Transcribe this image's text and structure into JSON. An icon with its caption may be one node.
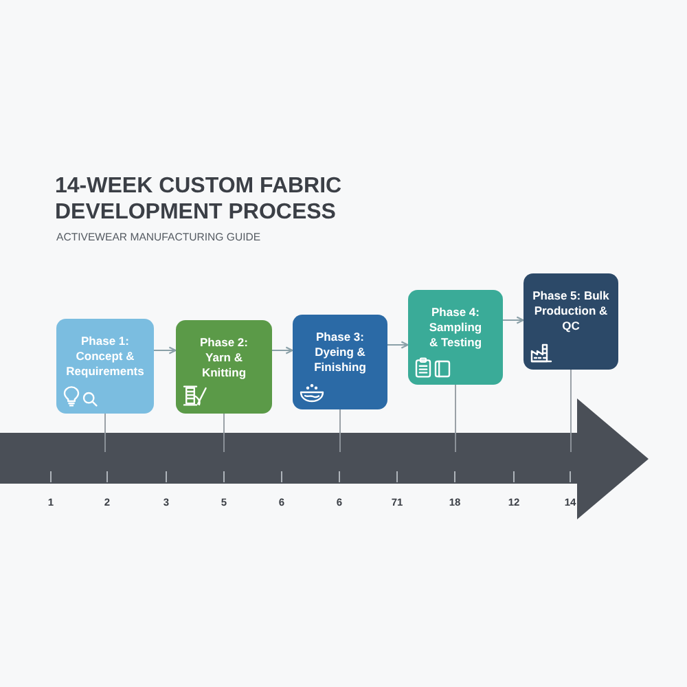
{
  "diagram": {
    "title": "14-WEEK CUSTOM FABRIC DEVELOPMENT PROCESS",
    "nodes": [
      {
        "text": [
          "Phase 1: Concept & Requirements"
        ]
      },
      {
        "text": [
          "Phase 2: Yarn & Knitting"
        ]
      },
      {
        "text": [
          "Phase 3: Dyeing & Finishing"
        ]
      },
      {
        "text": [
          "Phase 4: Sampling & Testing"
        ]
      },
      {
        "text": [
          "Phase 5: Bulk Production & QC"
        ]
      },
      {
        "text": [],
        "shape": "arrow"
      }
    ],
    "edges": [
      {
        "from": 0,
        "to": 1,
        "arrow": "to"
      },
      {
        "from": 1,
        "to": 2,
        "arrow": "to"
      },
      {
        "from": 2,
        "to": 3,
        "arrow": "to"
      },
      {
        "from": 3,
        "to": 4,
        "arrow": "to"
      },
      {
        "from": 0,
        "to": 5,
        "arrow": "none"
      },
      {
        "from": 1,
        "to": 5,
        "arrow": "none"
      },
      {
        "from": 2,
        "to": 5,
        "arrow": "none"
      },
      {
        "from": 3,
        "to": 5,
        "arrow": "none"
      },
      {
        "from": 4,
        "to": 5,
        "arrow": "none"
      }
    ],
    "labels": [
      "ACTIVEWEAR MANUFACTURING GUIDE",
      "1",
      "2",
      "3",
      "5",
      "6",
      "6",
      "71",
      "18",
      "12",
      "14"
    ]
  }
}
